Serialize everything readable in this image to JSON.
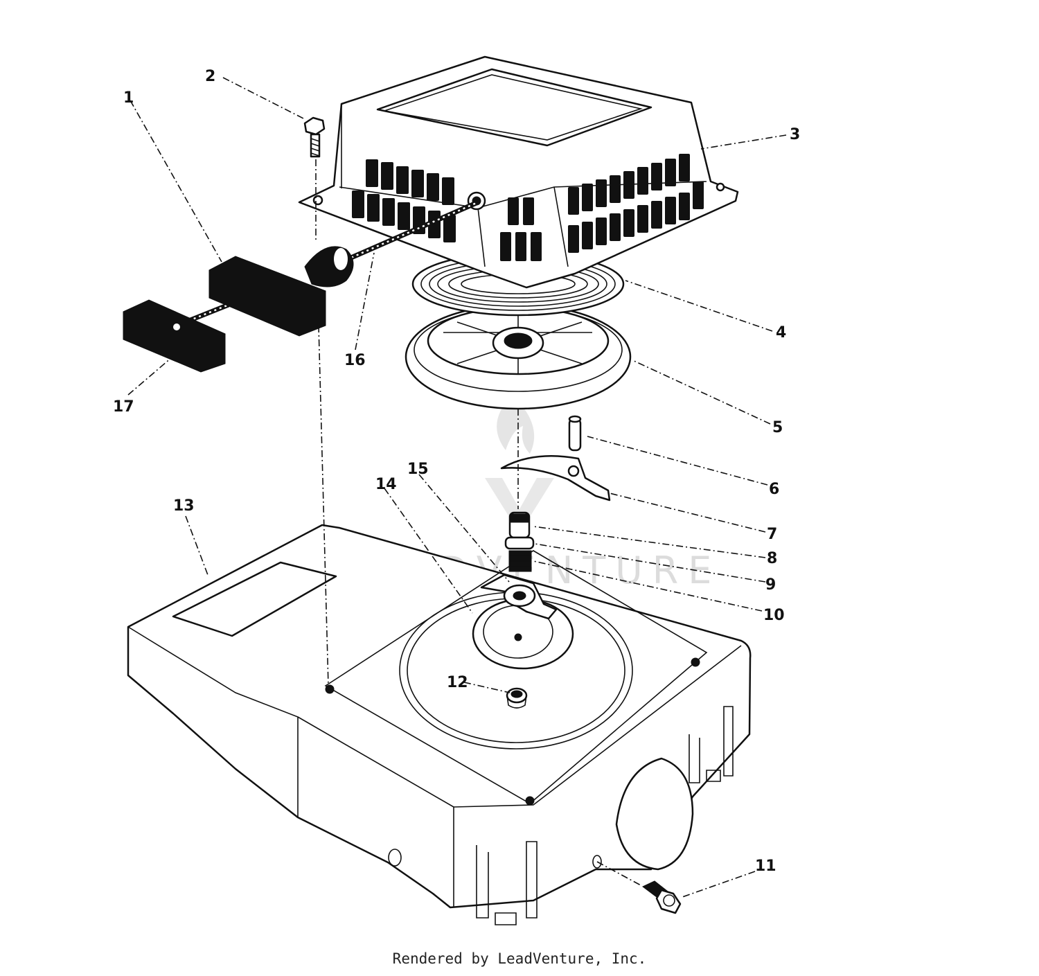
{
  "watermark": "LEADVENTURE",
  "footer": "Rendered by LeadVenture, Inc.",
  "callouts": [
    "1",
    "2",
    "3",
    "4",
    "5",
    "6",
    "7",
    "8",
    "9",
    "10",
    "11",
    "12",
    "13",
    "14",
    "15",
    "16",
    "17"
  ]
}
